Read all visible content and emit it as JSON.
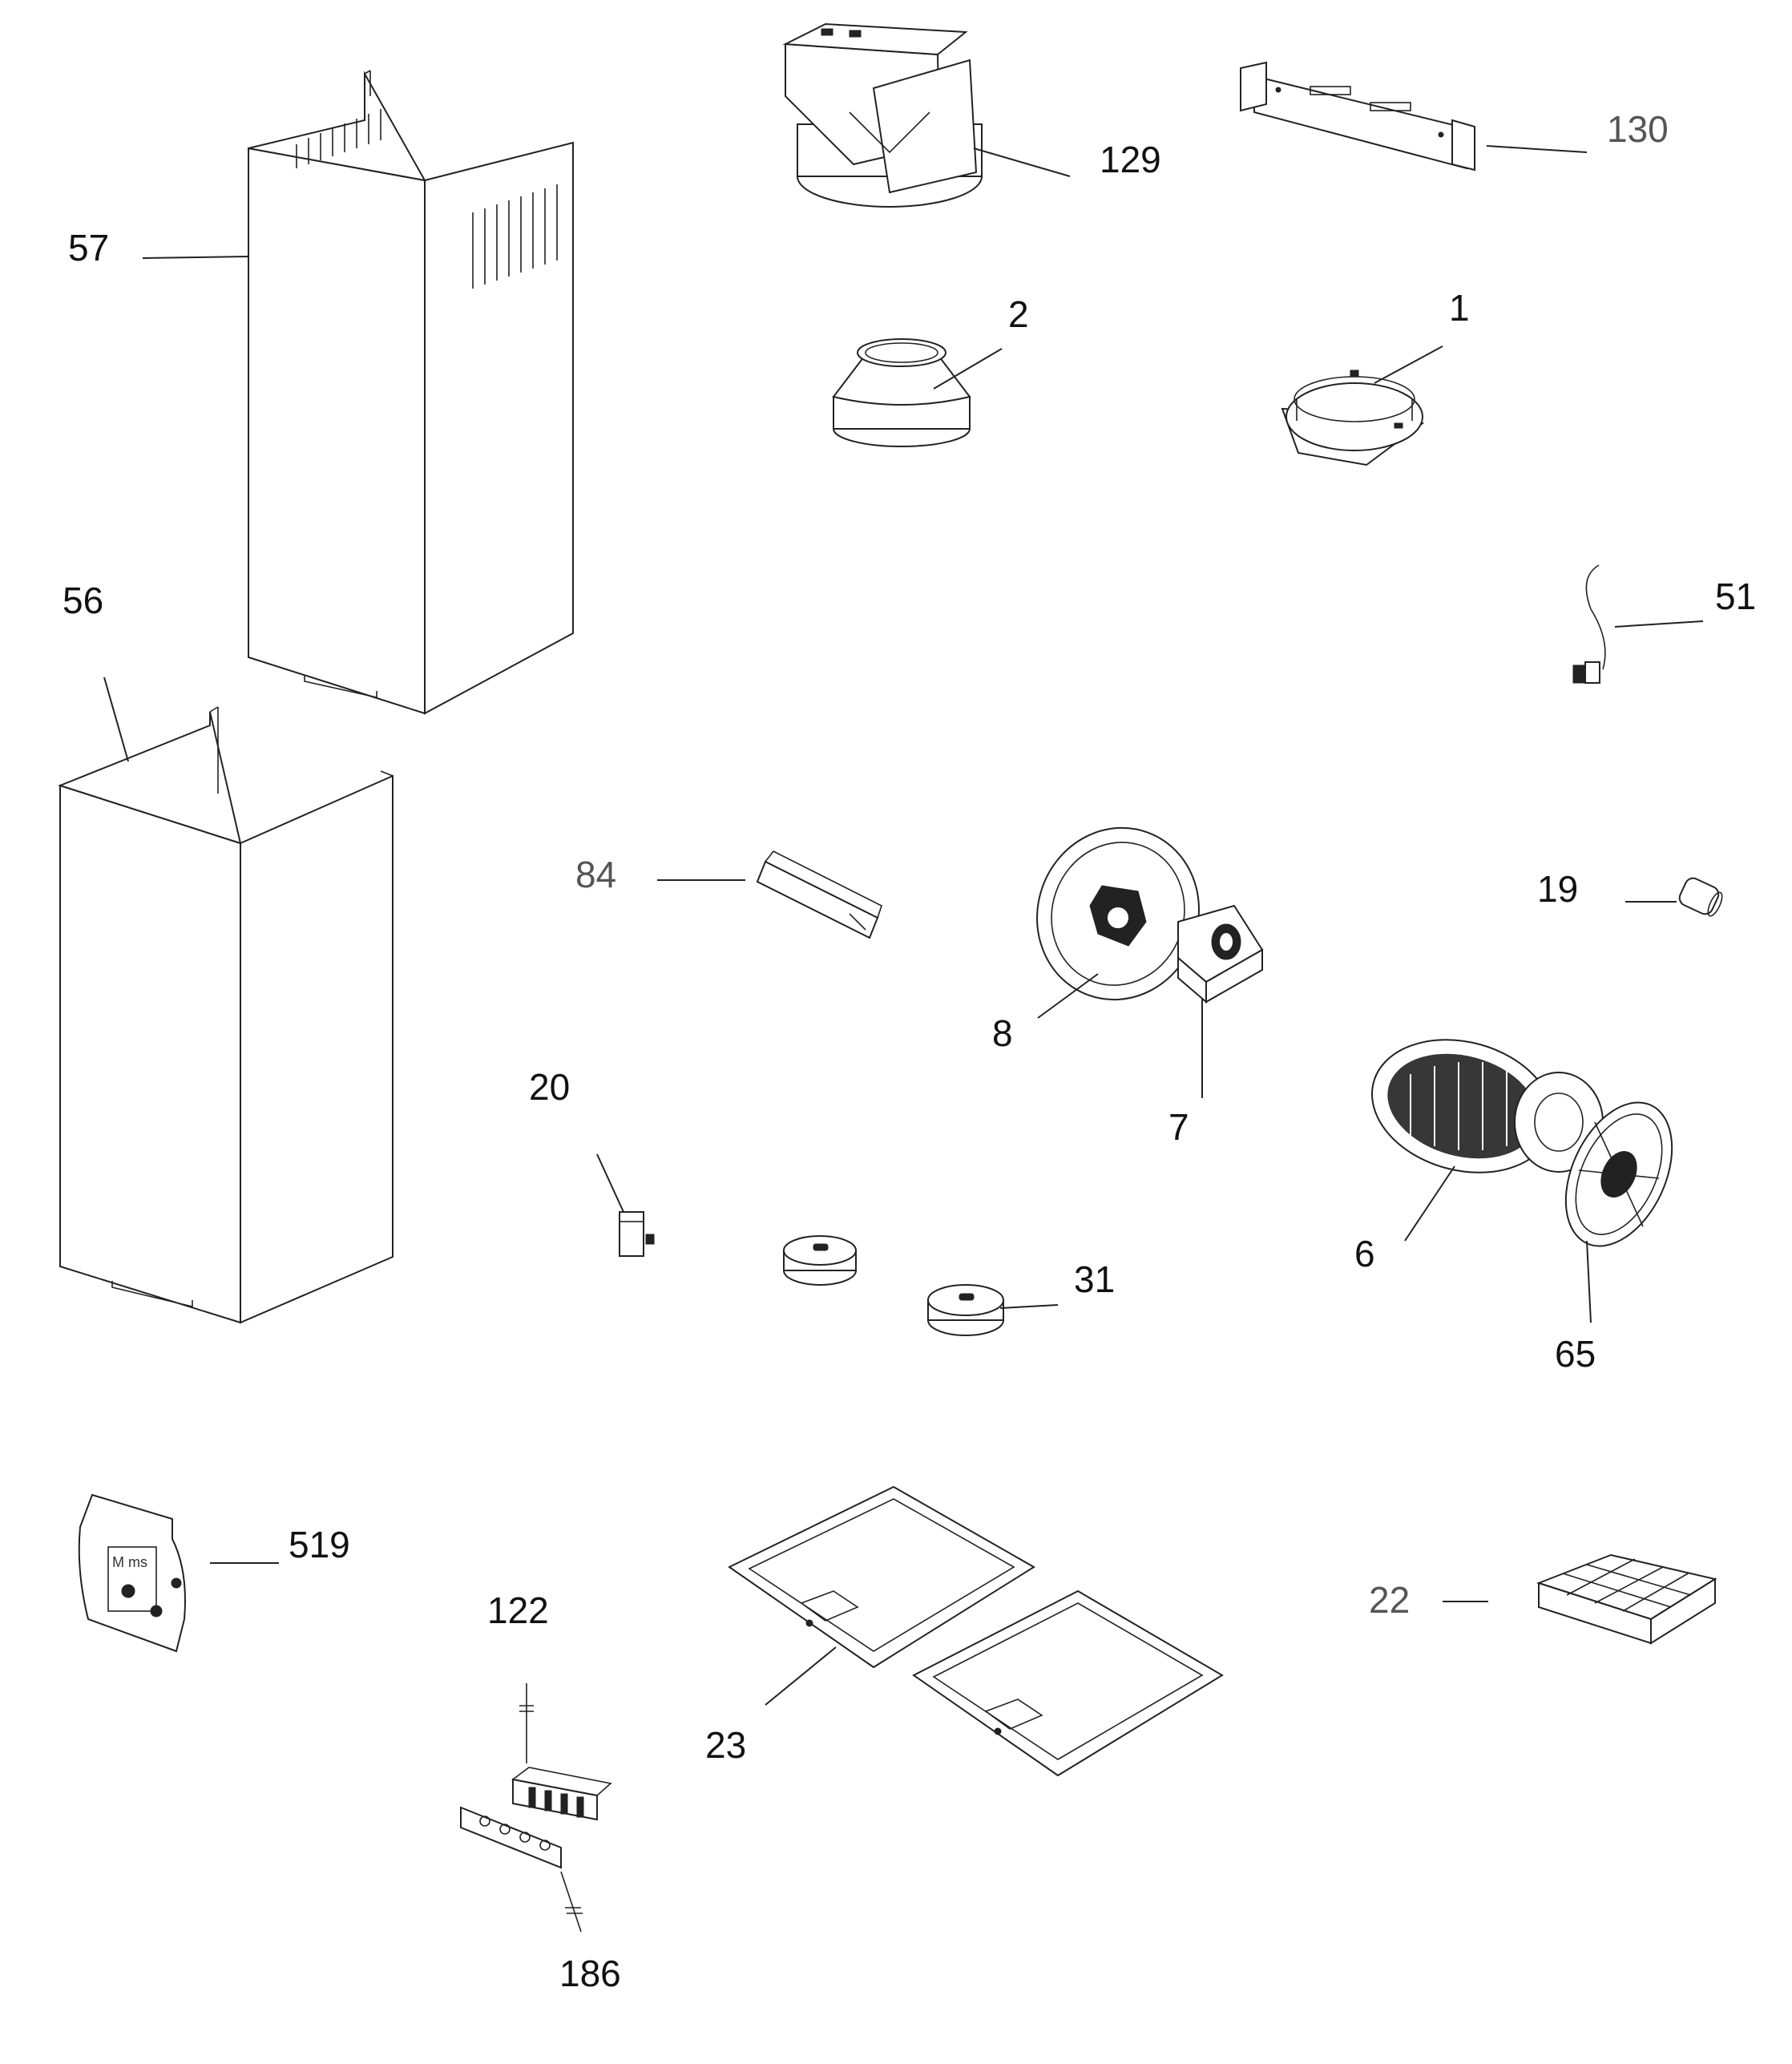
{
  "callouts": {
    "c57": "57",
    "c56": "56",
    "c129": "129",
    "c130": "130",
    "c2": "2",
    "c1": "1",
    "c51": "51",
    "c84": "84",
    "c8": "8",
    "c7": "7",
    "c19": "19",
    "c20": "20",
    "c6": "6",
    "c65": "65",
    "c31": "31",
    "c519": "519",
    "c122": "122",
    "c23": "23",
    "c22": "22",
    "c186": "186"
  },
  "bag_text": "M    ms"
}
